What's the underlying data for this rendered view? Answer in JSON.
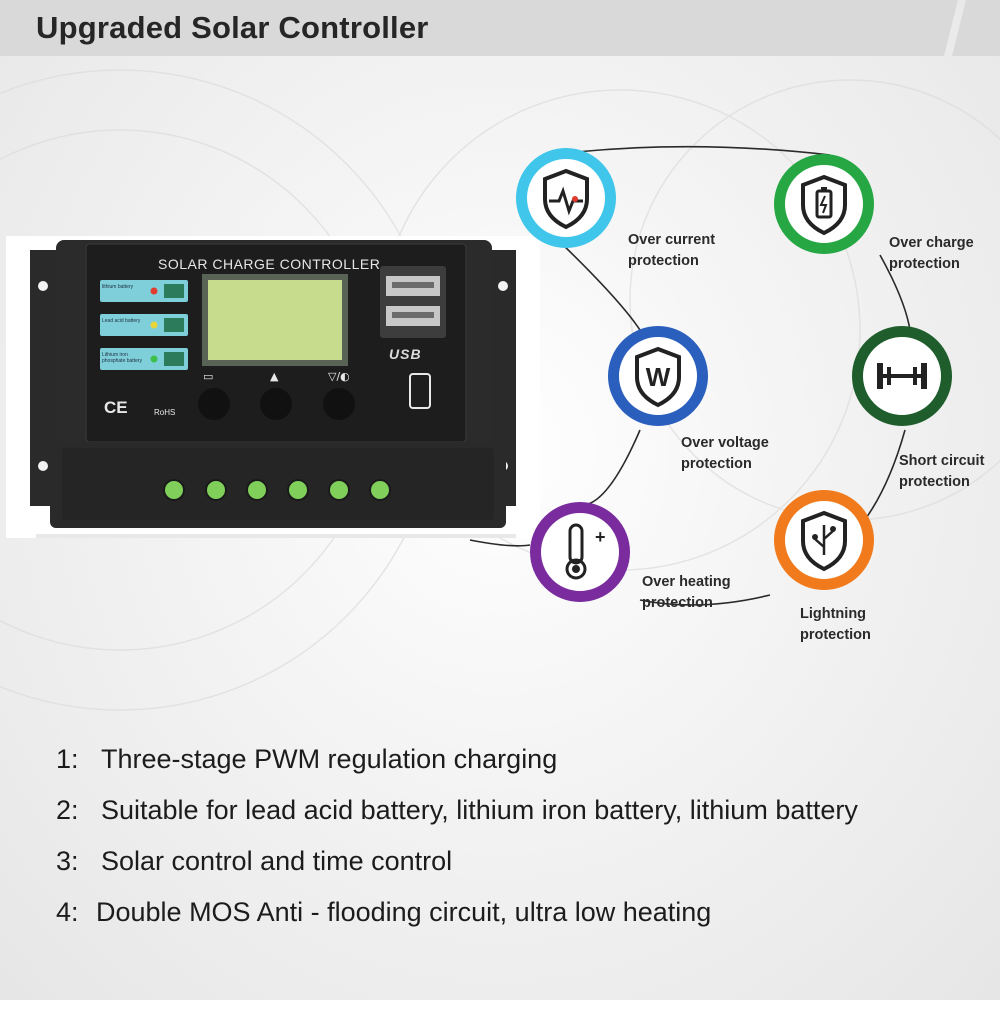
{
  "header": {
    "title": "Upgraded Solar Controller"
  },
  "product": {
    "panel_title": "SOLAR CHARGE CONTROLLER",
    "battery_labels": [
      "lithium battery",
      "Lead acid battery",
      "Lithium iron phosphate battery"
    ],
    "usb_label": "USB",
    "ce_mark": "CE",
    "rohs_mark": "RoHS"
  },
  "features": {
    "over_current": "Over current\nprotection",
    "over_charge": "Over charge\nprotection",
    "over_voltage": "Over voltage\nprotection",
    "short_circuit": "Short circuit\nprotection",
    "over_heating": "Over heating\nprotection",
    "lightning": "Lightning\nprotection"
  },
  "feature_list": [
    {
      "num": "1:",
      "text": "Three-stage PWM regulation charging"
    },
    {
      "num": "2:",
      "text": "Suitable for lead acid battery, lithium iron battery, lithium battery"
    },
    {
      "num": "3:",
      "text": "Solar control and time control"
    },
    {
      "num": "4:",
      "text": "Double MOS Anti - flooding circuit, ultra low heating"
    }
  ],
  "colors": {
    "over_current": "#3fc6ea",
    "over_charge": "#27a744",
    "over_voltage": "#2a5fbd",
    "short_circuit": "#1f5e2c",
    "over_heating": "#7a2c9e",
    "lightning": "#f07a1c",
    "header_bar": "#dadada",
    "body_text": "#1c1c1c"
  },
  "icons": {
    "over_current": "heartbeat-shield-icon",
    "over_charge": "battery-shield-icon",
    "over_voltage": "w-shield-icon",
    "short_circuit": "dumbbell-icon",
    "over_heating": "thermometer-plus-icon",
    "lightning": "circuit-shield-icon"
  }
}
